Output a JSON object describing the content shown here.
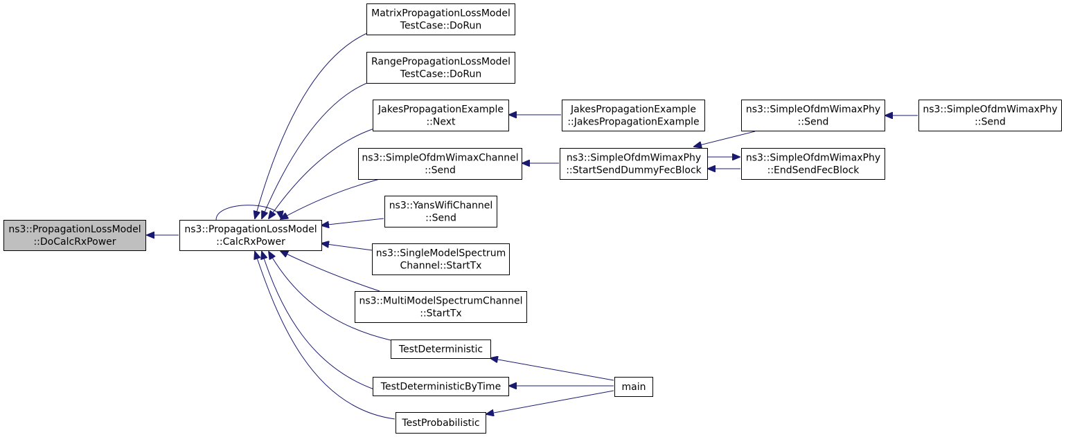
{
  "graph": {
    "nodes": [
      {
        "id": "docalc",
        "lines": [
          "ns3::PropagationLossModel",
          "::DoCalcRxPower"
        ],
        "current": true
      },
      {
        "id": "calc",
        "lines": [
          "ns3::PropagationLossModel",
          "::CalcRxPower"
        ]
      },
      {
        "id": "matrix",
        "lines": [
          "MatrixPropagationLossModel",
          "TestCase::DoRun"
        ]
      },
      {
        "id": "range",
        "lines": [
          "RangePropagationLossModel",
          "TestCase::DoRun"
        ]
      },
      {
        "id": "jakesNext",
        "lines": [
          "JakesPropagationExample",
          "::Next"
        ]
      },
      {
        "id": "ofdmChanSend",
        "lines": [
          "ns3::SimpleOfdmWimaxChannel",
          "::Send"
        ]
      },
      {
        "id": "yans",
        "lines": [
          "ns3::YansWifiChannel",
          "::Send"
        ]
      },
      {
        "id": "single",
        "lines": [
          "ns3::SingleModelSpectrum",
          "Channel::StartTx"
        ]
      },
      {
        "id": "multi",
        "lines": [
          "ns3::MultiModelSpectrumChannel",
          "::StartTx"
        ]
      },
      {
        "id": "testDet",
        "lines": [
          "TestDeterministic"
        ]
      },
      {
        "id": "testDetTime",
        "lines": [
          "TestDeterministicByTime"
        ]
      },
      {
        "id": "testProb",
        "lines": [
          "TestProbabilistic"
        ]
      },
      {
        "id": "jakesCtor",
        "lines": [
          "JakesPropagationExample",
          "::JakesPropagationExample"
        ]
      },
      {
        "id": "startDummy",
        "lines": [
          "ns3::SimpleOfdmWimaxPhy",
          "::StartSendDummyFecBlock"
        ]
      },
      {
        "id": "main",
        "lines": [
          "main"
        ]
      },
      {
        "id": "phySend1",
        "lines": [
          "ns3::SimpleOfdmWimaxPhy",
          "::Send"
        ]
      },
      {
        "id": "endSend",
        "lines": [
          "ns3::SimpleOfdmWimaxPhy",
          "::EndSendFecBlock"
        ]
      },
      {
        "id": "phySend2",
        "lines": [
          "ns3::SimpleOfdmWimaxPhy",
          "::Send"
        ]
      }
    ]
  }
}
